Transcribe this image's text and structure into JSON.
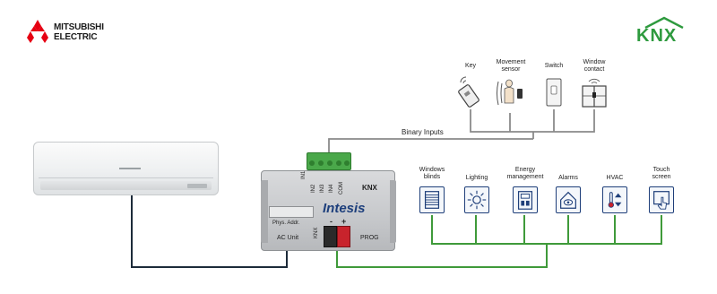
{
  "brand": {
    "mitsubishi_line1": "MITSUBISHI",
    "mitsubishi_line2": "ELECTRIC",
    "knx_logo": "KNX"
  },
  "gateway": {
    "brand": "Intesis",
    "brand_sub": "",
    "knx_badge": "KNX",
    "phys_addr": "Phys. Addr.",
    "ac_unit": "AC Unit",
    "knx_label": "KNX",
    "prog": "PROG",
    "minus": "-",
    "plus": "+",
    "terminals": [
      "IN1",
      "IN2",
      "IN3",
      "IN4",
      "COM"
    ]
  },
  "binary_inputs": {
    "label": "Binary Inputs",
    "devices": [
      {
        "label": "Key",
        "icon": "key-card-icon"
      },
      {
        "label": "Movement\nsensor",
        "icon": "movement-sensor-icon"
      },
      {
        "label": "Switch",
        "icon": "switch-icon"
      },
      {
        "label": "Window\ncontact",
        "icon": "window-contact-icon"
      }
    ]
  },
  "knx_devices": [
    {
      "label": "Windows\nblinds",
      "icon": "blinds-icon"
    },
    {
      "label": "Lighting",
      "icon": "lighting-icon"
    },
    {
      "label": "Energy\nmanagement",
      "icon": "energy-meter-icon"
    },
    {
      "label": "Alarms",
      "icon": "alarm-icon"
    },
    {
      "label": "HVAC",
      "icon": "hvac-icon"
    },
    {
      "label": "Touch\nscreen",
      "icon": "touch-screen-icon"
    }
  ],
  "colors": {
    "knx_bus": "#3f9a3a",
    "ac_cable": "#1d2b3a",
    "binary_cable": "#8a8a8a",
    "icon_border": "#1f3f7a",
    "knx_green": "#2e9a3e",
    "mitsubishi_red": "#e60012",
    "terminal_red": "#c8232c"
  }
}
